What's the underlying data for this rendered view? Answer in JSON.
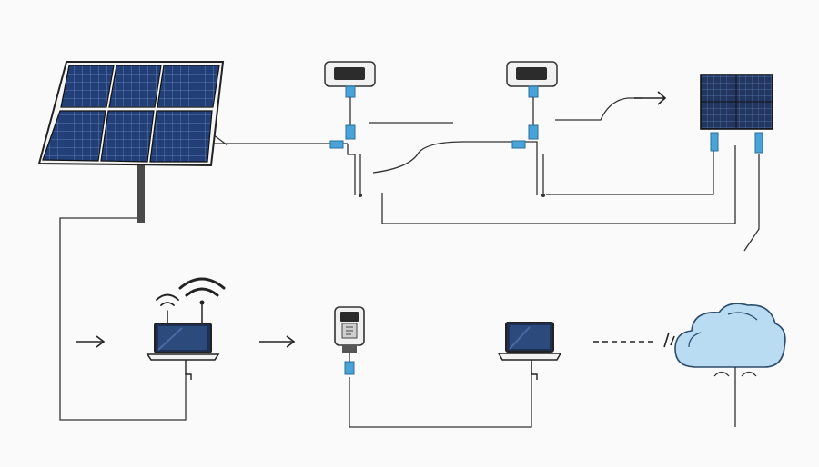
{
  "diagram": {
    "components": [
      {
        "id": "solar-panel",
        "icon": "solar-panel-icon"
      },
      {
        "id": "monitor-1",
        "icon": "monitoring-device-icon"
      },
      {
        "id": "monitor-2",
        "icon": "monitoring-device-icon"
      },
      {
        "id": "small-panel",
        "icon": "solar-module-icon"
      },
      {
        "id": "wifi-laptop",
        "icon": "laptop-icon"
      },
      {
        "id": "wifi",
        "icon": "wifi-icon"
      },
      {
        "id": "meter",
        "icon": "energy-meter-icon"
      },
      {
        "id": "laptop-2",
        "icon": "laptop-icon"
      },
      {
        "id": "cloud",
        "icon": "cloud-icon"
      }
    ],
    "colors": {
      "panel_dark": "#1f3a6e",
      "panel_light": "#3b5fa0",
      "accent_blue": "#4aa3d8",
      "cloud_fill": "#b9dcf3",
      "line": "#333333",
      "background": "#fafafa"
    }
  }
}
